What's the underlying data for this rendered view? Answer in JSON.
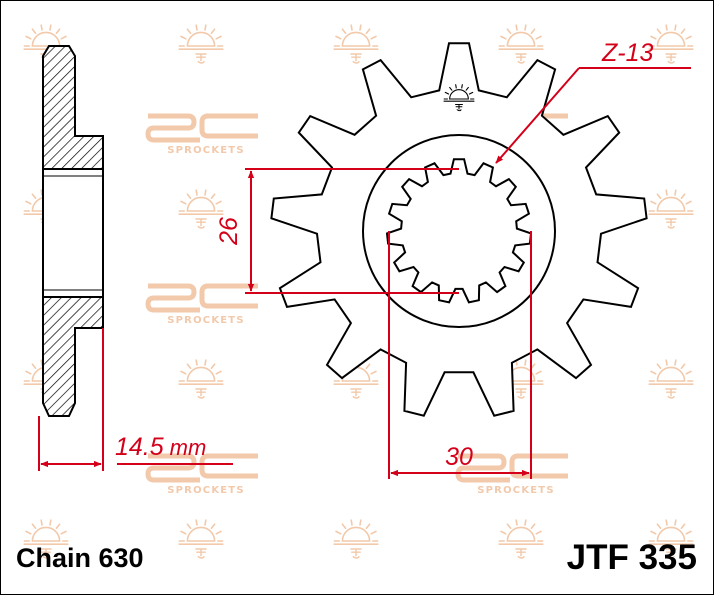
{
  "watermark": {
    "brand_text": "SPROCKETS"
  },
  "dimensions": {
    "tooth_count": "Z-13",
    "inner_diameter": "26",
    "spline_diameter": "30",
    "width_value": "14.5",
    "width_unit": "mm"
  },
  "labels": {
    "chain": "Chain 630",
    "part_number": "JTF 335"
  },
  "colors": {
    "dimension": "#d4001a",
    "watermark": "#f2c9aa",
    "outline": "#000000"
  }
}
